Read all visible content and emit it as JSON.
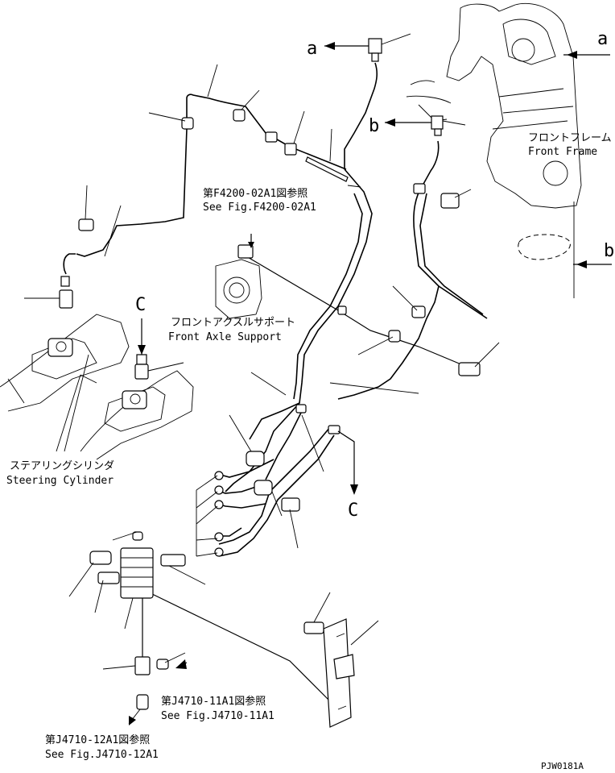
{
  "labels": {
    "a_left": "a",
    "a_right": "a",
    "b_left": "b",
    "b_right": "b",
    "c_top": "C",
    "c_bottom": "C",
    "front_frame_jp": "フロントフレーム",
    "front_frame_en": "Front Frame",
    "fig_f4200_jp": "第F4200-02A1図参照",
    "fig_f4200_en": "See Fig.F4200-02A1",
    "front_axle_jp": "フロントアクスルサポート",
    "front_axle_en": "Front Axle Support",
    "steering_jp": "ステアリングシリンダ",
    "steering_en": "Steering Cylinder",
    "fig_j4710_11_jp": "第J4710-11A1図参照",
    "fig_j4710_11_en": "See Fig.J4710-11A1",
    "fig_j4710_12_jp": "第J4710-12A1図参照",
    "fig_j4710_12_en": "See Fig.J4710-12A1",
    "drawing_code": "PJW0181A"
  }
}
